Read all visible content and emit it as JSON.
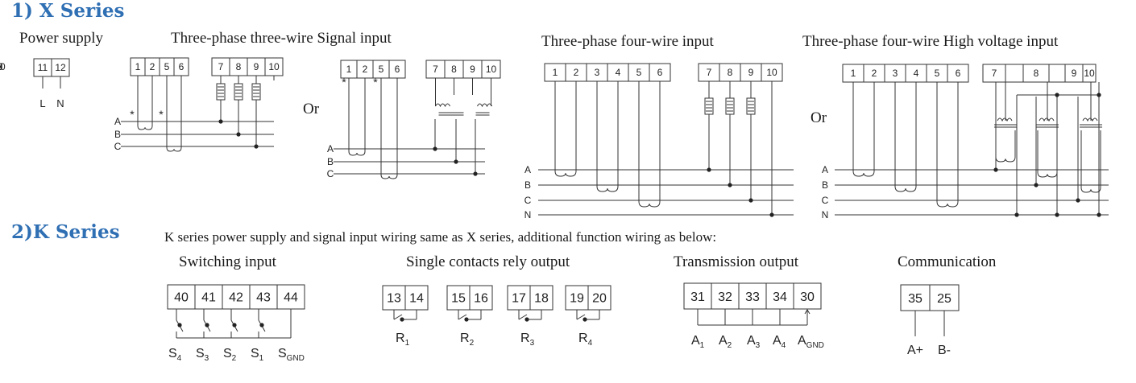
{
  "x_series": {
    "title": "1) X Series",
    "headings": {
      "power_supply": "Power supply",
      "three_phase_three_wire": "Three-phase three-wire Signal input",
      "three_phase_four_wire": "Three-phase four-wire input",
      "three_phase_four_wire_hv": "Three-phase four-wire High voltage input"
    },
    "or_label": "Or",
    "power_terminals": [
      "11",
      "12"
    ],
    "power_labels": [
      "L",
      "N"
    ],
    "terminals_3p3w_a": [
      "1",
      "2",
      "5",
      "6",
      "7",
      "8",
      "9",
      "10"
    ],
    "terminals_3p3w_b": [
      "1",
      "2",
      "5",
      "6",
      "7",
      "8",
      "9",
      "10"
    ],
    "terminals_3p4w": [
      "1",
      "2",
      "3",
      "4",
      "5",
      "6",
      "7",
      "8",
      "9",
      "10"
    ],
    "terminals_3p4w_hv": [
      "1",
      "2",
      "3",
      "4",
      "5",
      "6",
      "7",
      "",
      "8",
      "",
      "9",
      "10"
    ],
    "phases_3w": [
      "A",
      "B",
      "C"
    ],
    "phases_4w": [
      "A",
      "B",
      "C",
      "N"
    ],
    "marker": "*"
  },
  "k_series": {
    "title": "2)K Series",
    "note": "K series power supply and signal input wiring same as X series, additional function wiring as below:",
    "headings": {
      "switching_input": "Switching input",
      "relay_output": "Single contacts rely output",
      "transmission_output": "Transmission output",
      "communication": "Communication"
    },
    "switching_terminals": [
      "40",
      "41",
      "42",
      "43",
      "44"
    ],
    "switching_labels": [
      {
        "base": "S",
        "sub": "4"
      },
      {
        "base": "S",
        "sub": "3"
      },
      {
        "base": "S",
        "sub": "2"
      },
      {
        "base": "S",
        "sub": "1"
      },
      {
        "base": "S",
        "sub": "GND"
      }
    ],
    "relay_groups": [
      {
        "terminals": [
          "13",
          "14"
        ],
        "label": {
          "base": "R",
          "sub": "1"
        }
      },
      {
        "terminals": [
          "15",
          "16"
        ],
        "label": {
          "base": "R",
          "sub": "2"
        }
      },
      {
        "terminals": [
          "17",
          "18"
        ],
        "label": {
          "base": "R",
          "sub": "3"
        }
      },
      {
        "terminals": [
          "19",
          "20"
        ],
        "label": {
          "base": "R",
          "sub": "4"
        }
      }
    ],
    "transmission_terminals": [
      "31",
      "32",
      "33",
      "34",
      "30"
    ],
    "transmission_labels": [
      {
        "base": "A",
        "sub": "1"
      },
      {
        "base": "A",
        "sub": "2"
      },
      {
        "base": "A",
        "sub": "3"
      },
      {
        "base": "A",
        "sub": "4"
      },
      {
        "base": "A",
        "sub": "GND"
      }
    ],
    "communication_terminals": [
      "35",
      "25"
    ],
    "communication_labels": [
      "A+",
      "B-"
    ]
  }
}
